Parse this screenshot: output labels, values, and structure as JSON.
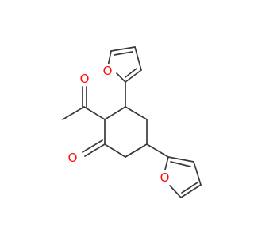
{
  "molecule": {
    "atoms": [
      {
        "id": "O_acetyl",
        "label": "O",
        "color": "#ff0d0d"
      },
      {
        "id": "O_ketone",
        "label": "O",
        "color": "#ff0d0d"
      },
      {
        "id": "O_furan_top",
        "label": "O",
        "color": "#ff0d0d"
      },
      {
        "id": "O_furan_bottom",
        "label": "O",
        "color": "#ff0d0d"
      }
    ],
    "bond_color": "#3a3a3a"
  }
}
